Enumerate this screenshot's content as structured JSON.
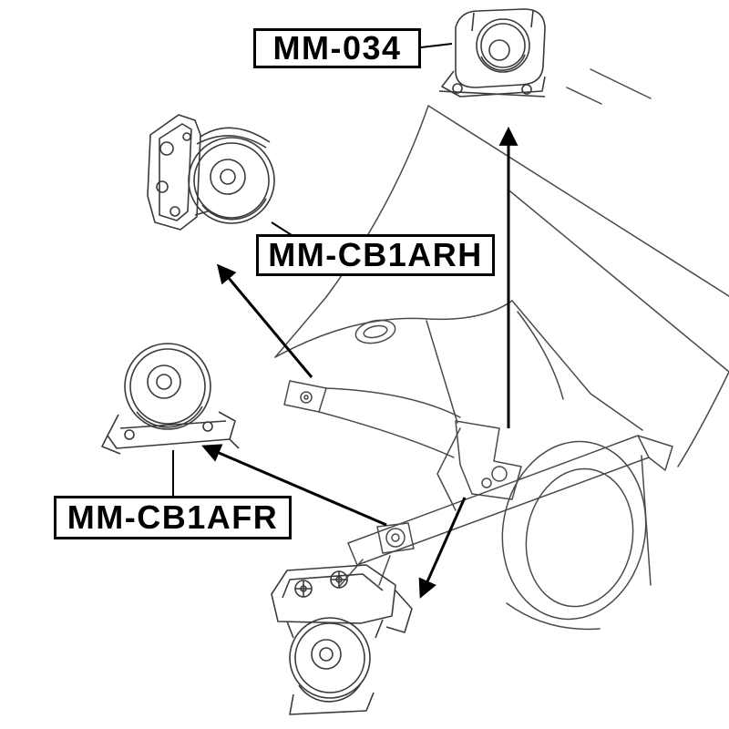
{
  "page": {
    "background": "#ffffff",
    "line_color": "#4a4a4a",
    "label_border_color": "#000000",
    "arrow_color": "#000000"
  },
  "diagram": {
    "type": "auto-parts-diagram",
    "description": "Engine mounting positions on vehicle front subframe line drawing with three labeled part callouts",
    "labels": [
      {
        "id": "mm-034",
        "text": "MM-034"
      },
      {
        "id": "mm-cb1arh",
        "text": "MM-CB1ARH"
      },
      {
        "id": "mm-cb1afr",
        "text": "MM-CB1AFR"
      }
    ],
    "parts_drawn": [
      {
        "name": "engine-mount-top-right",
        "label": "MM-034"
      },
      {
        "name": "engine-mount-top-left",
        "label": "MM-CB1ARH"
      },
      {
        "name": "engine-mount-left",
        "label": "MM-CB1AFR"
      },
      {
        "name": "engine-mount-bottom-center",
        "label": ""
      }
    ]
  }
}
